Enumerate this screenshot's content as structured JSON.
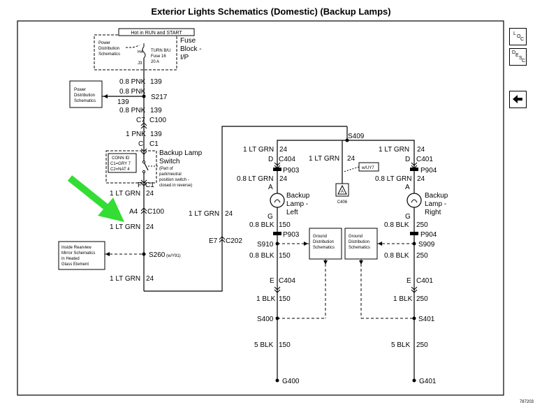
{
  "title": "Exterior Lights Schematics (Domestic) (Backup Lamps)",
  "diagram_code": "787203",
  "nav": {
    "loc_l": "L",
    "loc_o": "O",
    "loc_c": "C",
    "desc_d": "D",
    "desc_e": "E",
    "desc_s": "S",
    "desc_c": "C",
    "back_arrow": "arrow-left-icon"
  },
  "pointer": {
    "icon": "arrow-pointer-icon",
    "color": "#33dd33"
  },
  "fuse": {
    "hot": "Hot in RUN and START",
    "pd1": "Power",
    "pd2": "Distribution",
    "pd3": "Schematics",
    "h4": "H4",
    "j3": "J3",
    "f1": "TURN B/U",
    "f2": "Fuse 16",
    "f3": "20 A",
    "fb1": "Fuse",
    "fb2": "Block -",
    "fb3": "I/P"
  },
  "pd_box": {
    "l1": "Power",
    "l2": "Distribution",
    "l3": "Schematics"
  },
  "wires": {
    "pnk_a": "0.8 PNK",
    "pnk_a_n": "139",
    "pnk_b": "0.8 PNK",
    "pnk_b_n": "139",
    "pnk_c": "0.8 PNK",
    "pnk_c_n": "139",
    "pnk_d": "1 PNK",
    "pnk_d_n": "139",
    "lg_a": "1 LT GRN",
    "lg_a_n": "24",
    "lg_b": "1 LT GRN",
    "lg_b_n": "24",
    "lg_c": "1 LT GRN",
    "lg_c_n": "24",
    "lg_d": "1 LT GRN",
    "lg_d_n": "24",
    "lg_left": "1 LT GRN",
    "lg_left_n": "24",
    "lg_mid": "1 LT GRN",
    "lg_mid_n": "24",
    "lg_right": "1 LT GRN",
    "lg_right_n": "24",
    "lg_lamp_l": "0.8 LT GRN",
    "lg_lamp_l_n": "24",
    "lg_lamp_r": "0.8 LT GRN",
    "lg_lamp_r_n": "24",
    "blk_l1": "0.8 BLK",
    "blk_l1_n": "150",
    "blk_l2": "0.8 BLK",
    "blk_l2_n": "150",
    "blk_l3": "1 BLK",
    "blk_l3_n": "150",
    "blk_l4": "5 BLK",
    "blk_l4_n": "150",
    "blk_r1": "0.8 BLK",
    "blk_r1_n": "250",
    "blk_r2": "0.8 BLK",
    "blk_r2_n": "250",
    "blk_r3": "1 BLK",
    "blk_r3_n": "250",
    "blk_r4": "5 BLK",
    "blk_r4_n": "250"
  },
  "splices": {
    "s217": "S217",
    "s409": "S409",
    "s260": "S260",
    "s260_opt": "(w/Y91)",
    "s910": "S910",
    "s909": "S909",
    "s400": "S400",
    "s401": "S401"
  },
  "connectors": {
    "c7": "C7",
    "c100_top": "C100",
    "c_pin": "C",
    "c1": "C1",
    "f_pin": "F",
    "c1b": "C1",
    "a4": "A4",
    "c100_mid": "C100",
    "e7": "E7",
    "c202": "C202",
    "d_l": "D",
    "c404": "C404",
    "d_r": "D",
    "c401": "C401",
    "p903_a": "P903",
    "p903_b": "P903",
    "p904_a": "P904",
    "p904_b": "P904",
    "a_l": "A",
    "a_r": "A",
    "g_l": "G",
    "g_r": "G",
    "e_l": "E",
    "c404_b": "C404",
    "e_r": "E",
    "c401_b": "C401",
    "c406": "C406",
    "wuy7": "w/UY7"
  },
  "switch": {
    "conn_id": "CONN ID",
    "c1_color": "C1=GRY 7",
    "c2_color": "C2=NAT 4",
    "l1": "Backup Lamp",
    "l2": "Switch",
    "n1": "(Part of",
    "n2": "park/neutral",
    "n3": "position switch -",
    "n4": "closed in reverse)"
  },
  "mirror": {
    "l1": "Inside Rearview",
    "l2": "Mirror Schematics",
    "l3": "in Heated",
    "l4": "Glass Element"
  },
  "lamp_left": {
    "l1": "Backup",
    "l2": "Lamp -",
    "l3": "Left"
  },
  "lamp_right": {
    "l1": "Backup",
    "l2": "Lamp -",
    "l3": "Right"
  },
  "ground_l": {
    "l1": "Ground",
    "l2": "Distribution",
    "l3": "Schematics"
  },
  "ground_r": {
    "l1": "Ground",
    "l2": "Distribution",
    "l3": "Schematics"
  },
  "grounds": {
    "g400": "G400",
    "g401": "G401"
  }
}
